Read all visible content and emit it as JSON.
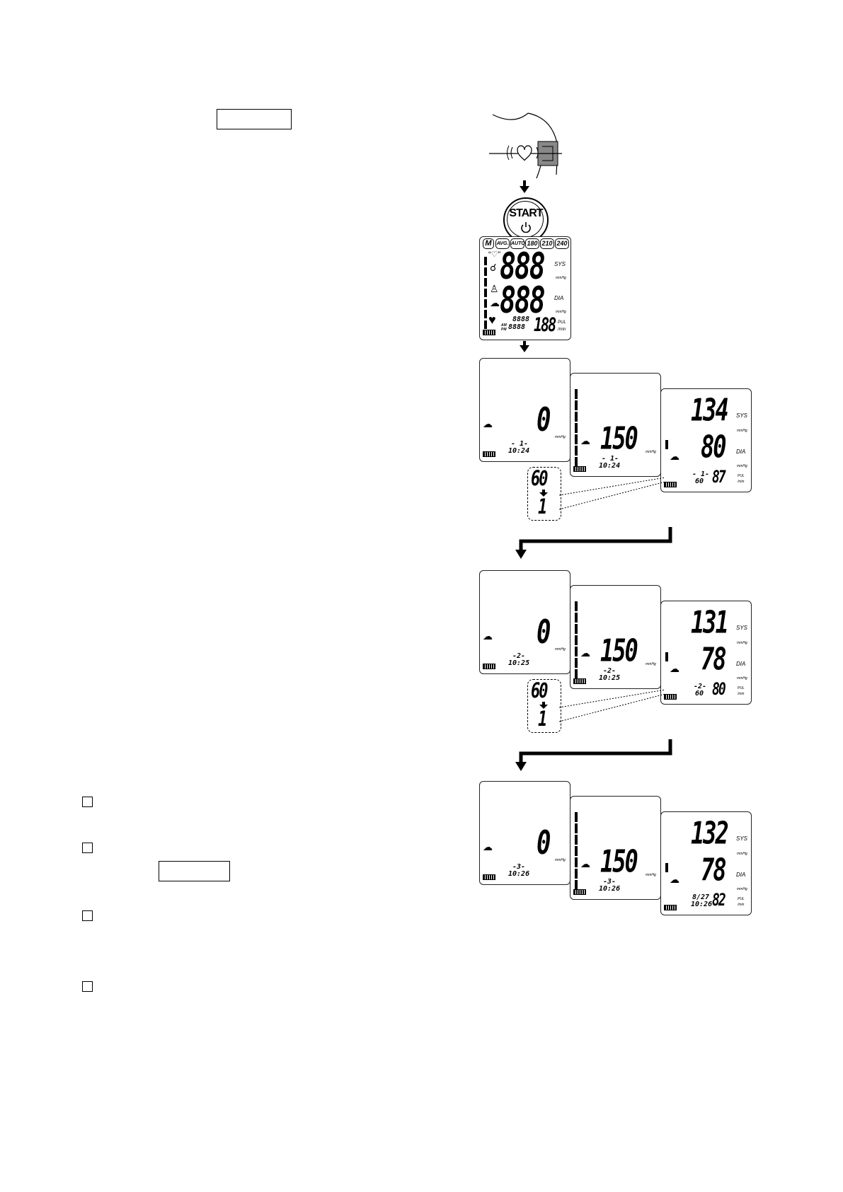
{
  "start_button": {
    "label": "START",
    "power_icon": "power-icon"
  },
  "full_display": {
    "chips": [
      "M",
      "AVG.",
      "AUTO",
      "180",
      "210",
      "240"
    ],
    "sys_digits": "888",
    "dia_digits": "888",
    "pulse_digits": "188",
    "time_digits_top": "8888",
    "time_digits_bottom": "8888",
    "ampm_top": "AM",
    "ampm_bottom": "PM",
    "sys_label": "SYS",
    "dia_label": "DIA",
    "unit_mmhg": "mmHg",
    "pul_label": "PUL",
    "per_min": "/min"
  },
  "sequences": [
    {
      "start": {
        "value": "0",
        "counter": "- 1-",
        "time": "10:24"
      },
      "inflate": {
        "value": "150",
        "counter": "- 1-",
        "time": "10:24"
      },
      "result": {
        "sys": "134",
        "dia": "80",
        "pulse": "87",
        "counter": "- 1-",
        "countdown": "60"
      },
      "countdown": {
        "from": "60",
        "to": "1"
      }
    },
    {
      "start": {
        "value": "0",
        "counter": "-2-",
        "time": "10:25"
      },
      "inflate": {
        "value": "150",
        "counter": "-2-",
        "time": "10:25"
      },
      "result": {
        "sys": "131",
        "dia": "78",
        "pulse": "80",
        "counter": "-2-",
        "countdown": "60"
      },
      "countdown": {
        "from": "60",
        "to": "1"
      }
    },
    {
      "start": {
        "value": "0",
        "counter": "-3-",
        "time": "10:26"
      },
      "inflate": {
        "value": "150",
        "counter": "-3-",
        "time": "10:26"
      },
      "result": {
        "sys": "132",
        "dia": "78",
        "pulse": "82",
        "date": "8/27",
        "time": "10:26"
      }
    }
  ],
  "labels": {
    "sys": "SYS",
    "dia": "DIA",
    "mmhg": "mmHg",
    "pul": "PUL",
    "per_min": "/min"
  }
}
